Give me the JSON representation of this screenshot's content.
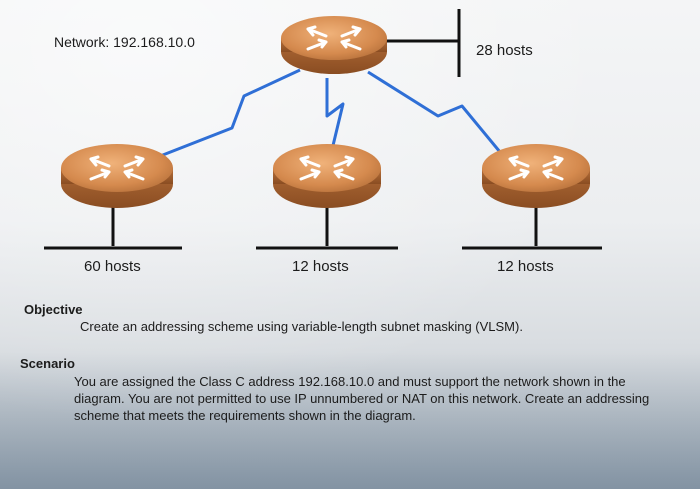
{
  "network": {
    "label": "Network: 192.168.10.0"
  },
  "hosts": {
    "top_lan": "28 hosts",
    "left_lan": "60 hosts",
    "middle_lan": "12 hosts",
    "right_lan": "12 hosts"
  },
  "objective": {
    "title": "Objective",
    "text": "Create an addressing scheme using variable-length subnet masking (VLSM)."
  },
  "scenario": {
    "title": "Scenario",
    "text": "You are assigned the Class C address 192.168.10.0 and must support the network shown in the diagram. You are not permitted to use IP unnumbered or NAT on this network. Create an addressing scheme that meets the requirements shown in the diagram."
  },
  "colors": {
    "router_body": "#d58a4e",
    "router_dark": "#9c5a2a",
    "serial_link": "#2f6fd6",
    "lan_line": "#111111"
  },
  "icons": [
    "router-icon",
    "serial-link-icon",
    "lan-segment-icon"
  ]
}
